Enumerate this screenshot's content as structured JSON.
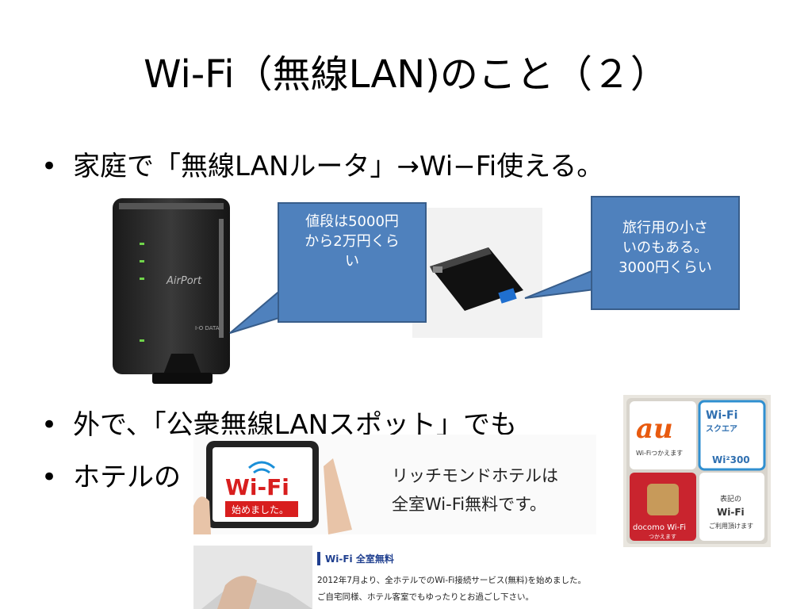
{
  "slide": {
    "title": "Wi-Fi（無線LAN)のこと（２）",
    "bullets": [
      {
        "marker": "•",
        "text": "家庭で「無線LANルータ」→Wi−Fi使える。"
      },
      {
        "marker": "•",
        "text": "外で、「公衆無線LANスポット」でも"
      },
      {
        "marker": "•",
        "text": "ホテルの"
      }
    ]
  },
  "router": {
    "brand": "AirPort",
    "maker": "I-O DATA"
  },
  "callouts": {
    "router_price": [
      "値段は5000円",
      "から2万円くら",
      "い"
    ],
    "travel": [
      "旅行用の小さ",
      "いのもある。",
      "3000円くらい"
    ]
  },
  "sticker": {
    "au_logo": "au",
    "au_sub": "Wi-Fiつかえます",
    "square_title1": "Wi-Fi",
    "square_title2": "スクエア",
    "square_badge": "Wi²300",
    "docomo": "docomo Wi-Fi",
    "docomo_sub": "つかえます",
    "notice1": "表記の",
    "notice2": "Wi-Fi",
    "notice3": "ご利用頂けます"
  },
  "banner": {
    "tablet_title": "Wi-Fi",
    "tablet_sub": "始めました。",
    "line1": "リッチモンドホテルは",
    "line2": "全室Wi-Fi無料です。"
  },
  "panel2": {
    "heading": "Wi-Fi 全室無料",
    "line1": "2012年7月より、全ホテルでのWi-Fi接続サービス(無料)を始めました。",
    "line2": "ご自宅同様、ホテル客室でもゆったりとお過ごし下さい。"
  },
  "colors": {
    "callout_fill": "#4f81bd",
    "callout_border": "#385d8a"
  }
}
